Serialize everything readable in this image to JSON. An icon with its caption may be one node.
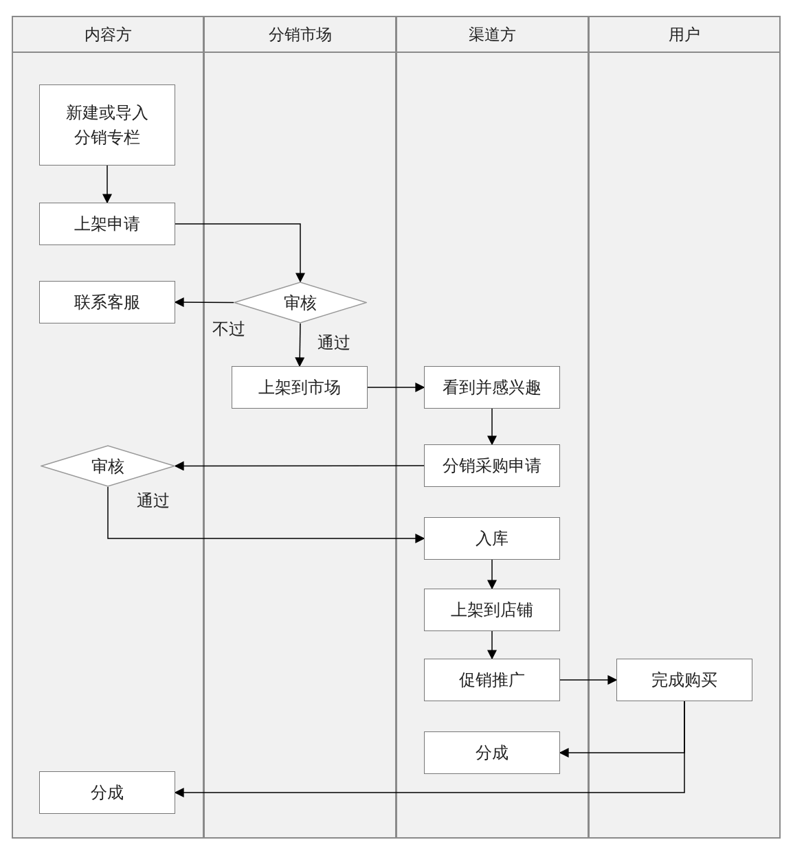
{
  "diagram": {
    "nodes": [
      {
        "text": [
          "内容方"
        ]
      },
      {
        "text": [
          "分销市场"
        ]
      },
      {
        "text": [
          "渠道方"
        ]
      },
      {
        "text": [
          "用户"
        ]
      },
      {
        "text": [
          "新建或导入分销专栏"
        ],
        "in": 0
      },
      {
        "text": [
          "上架申请"
        ],
        "in": 0
      },
      {
        "text": [
          "联系客服"
        ],
        "in": 0
      },
      {
        "text": [
          "审核"
        ],
        "in": 1
      },
      {
        "text": [
          "上架到市场"
        ],
        "in": 1
      },
      {
        "text": [
          "看到并感兴趣"
        ],
        "in": 2
      },
      {
        "text": [
          "分销采购申请"
        ],
        "in": 2
      },
      {
        "text": [
          "审核"
        ],
        "in": 0
      },
      {
        "text": [
          "入库"
        ],
        "in": 2
      },
      {
        "text": [
          "上架到店铺"
        ],
        "in": 2
      },
      {
        "text": [
          "促销推广"
        ],
        "in": 2
      },
      {
        "text": [
          "完成购买"
        ],
        "in": 3
      },
      {
        "text": [
          "分成"
        ],
        "in": 2
      },
      {
        "text": [
          "分成"
        ],
        "in": 0
      }
    ],
    "edges": [
      {
        "from": 4,
        "to": 5,
        "arrow": "to"
      },
      {
        "from": 5,
        "to": 7,
        "arrow": "to"
      },
      {
        "from": 7,
        "to": 6,
        "arrow": "to",
        "label": "不过"
      },
      {
        "from": 7,
        "to": 8,
        "arrow": "to",
        "label": "通过"
      },
      {
        "from": 8,
        "to": 9,
        "arrow": "to"
      },
      {
        "from": 9,
        "to": 10,
        "arrow": "to"
      },
      {
        "from": 10,
        "to": 11,
        "arrow": "to"
      },
      {
        "from": 11,
        "to": 12,
        "arrow": "to",
        "label": "通过"
      },
      {
        "from": 12,
        "to": 13,
        "arrow": "to"
      },
      {
        "from": 13,
        "to": 14,
        "arrow": "to"
      },
      {
        "from": 14,
        "to": 15,
        "arrow": "to"
      },
      {
        "from": 15,
        "to": 16,
        "arrow": "to"
      },
      {
        "from": 15,
        "to": 17,
        "arrow": "to"
      }
    ]
  }
}
